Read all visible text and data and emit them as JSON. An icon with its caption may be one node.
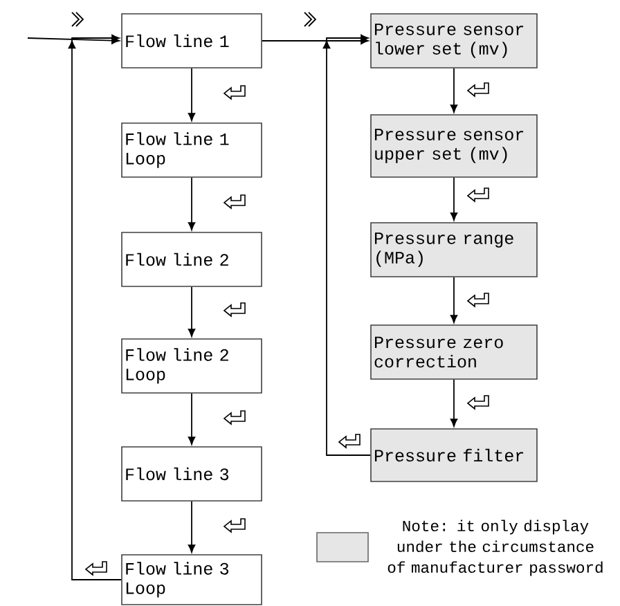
{
  "diagram": {
    "nodes": [
      {
        "text": [
          "Flow line 1"
        ]
      },
      {
        "text": [
          "Flow line 1 Loop"
        ]
      },
      {
        "text": [
          "Flow line 2"
        ]
      },
      {
        "text": [
          "Flow line 2 Loop"
        ]
      },
      {
        "text": [
          "Flow line 3"
        ]
      },
      {
        "text": [
          "Flow line 3 Loop"
        ]
      },
      {
        "text": [
          "Pressure sensor lower set (mv)"
        ]
      },
      {
        "text": [
          "Pressure sensor upper set (mv)"
        ]
      },
      {
        "text": [
          "Pressure range (MPa)"
        ]
      },
      {
        "text": [
          "Pressure zero correction"
        ]
      },
      {
        "text": [
          "Pressure filter"
        ]
      }
    ],
    "edges": [
      {
        "from": null,
        "to": 0,
        "arrow": "to"
      },
      {
        "from": 0,
        "to": 1,
        "arrow": "to"
      },
      {
        "from": 1,
        "to": 2,
        "arrow": "to"
      },
      {
        "from": 2,
        "to": 3,
        "arrow": "to"
      },
      {
        "from": 3,
        "to": 4,
        "arrow": "to"
      },
      {
        "from": 4,
        "to": 5,
        "arrow": "to"
      },
      {
        "from": 5,
        "to": 0,
        "arrow": "to"
      },
      {
        "from": 0,
        "to": 6,
        "arrow": "to"
      },
      {
        "from": 6,
        "to": 7,
        "arrow": "to"
      },
      {
        "from": 7,
        "to": 8,
        "arrow": "to"
      },
      {
        "from": 8,
        "to": 9,
        "arrow": "to"
      },
      {
        "from": 9,
        "to": 10,
        "arrow": "to"
      },
      {
        "from": 10,
        "to": 6,
        "arrow": "to"
      }
    ],
    "legend": [
      {
        "text": "Note: it only display under the circumstance of manufacturer password",
        "color": "#e6e6e6"
      }
    ]
  }
}
